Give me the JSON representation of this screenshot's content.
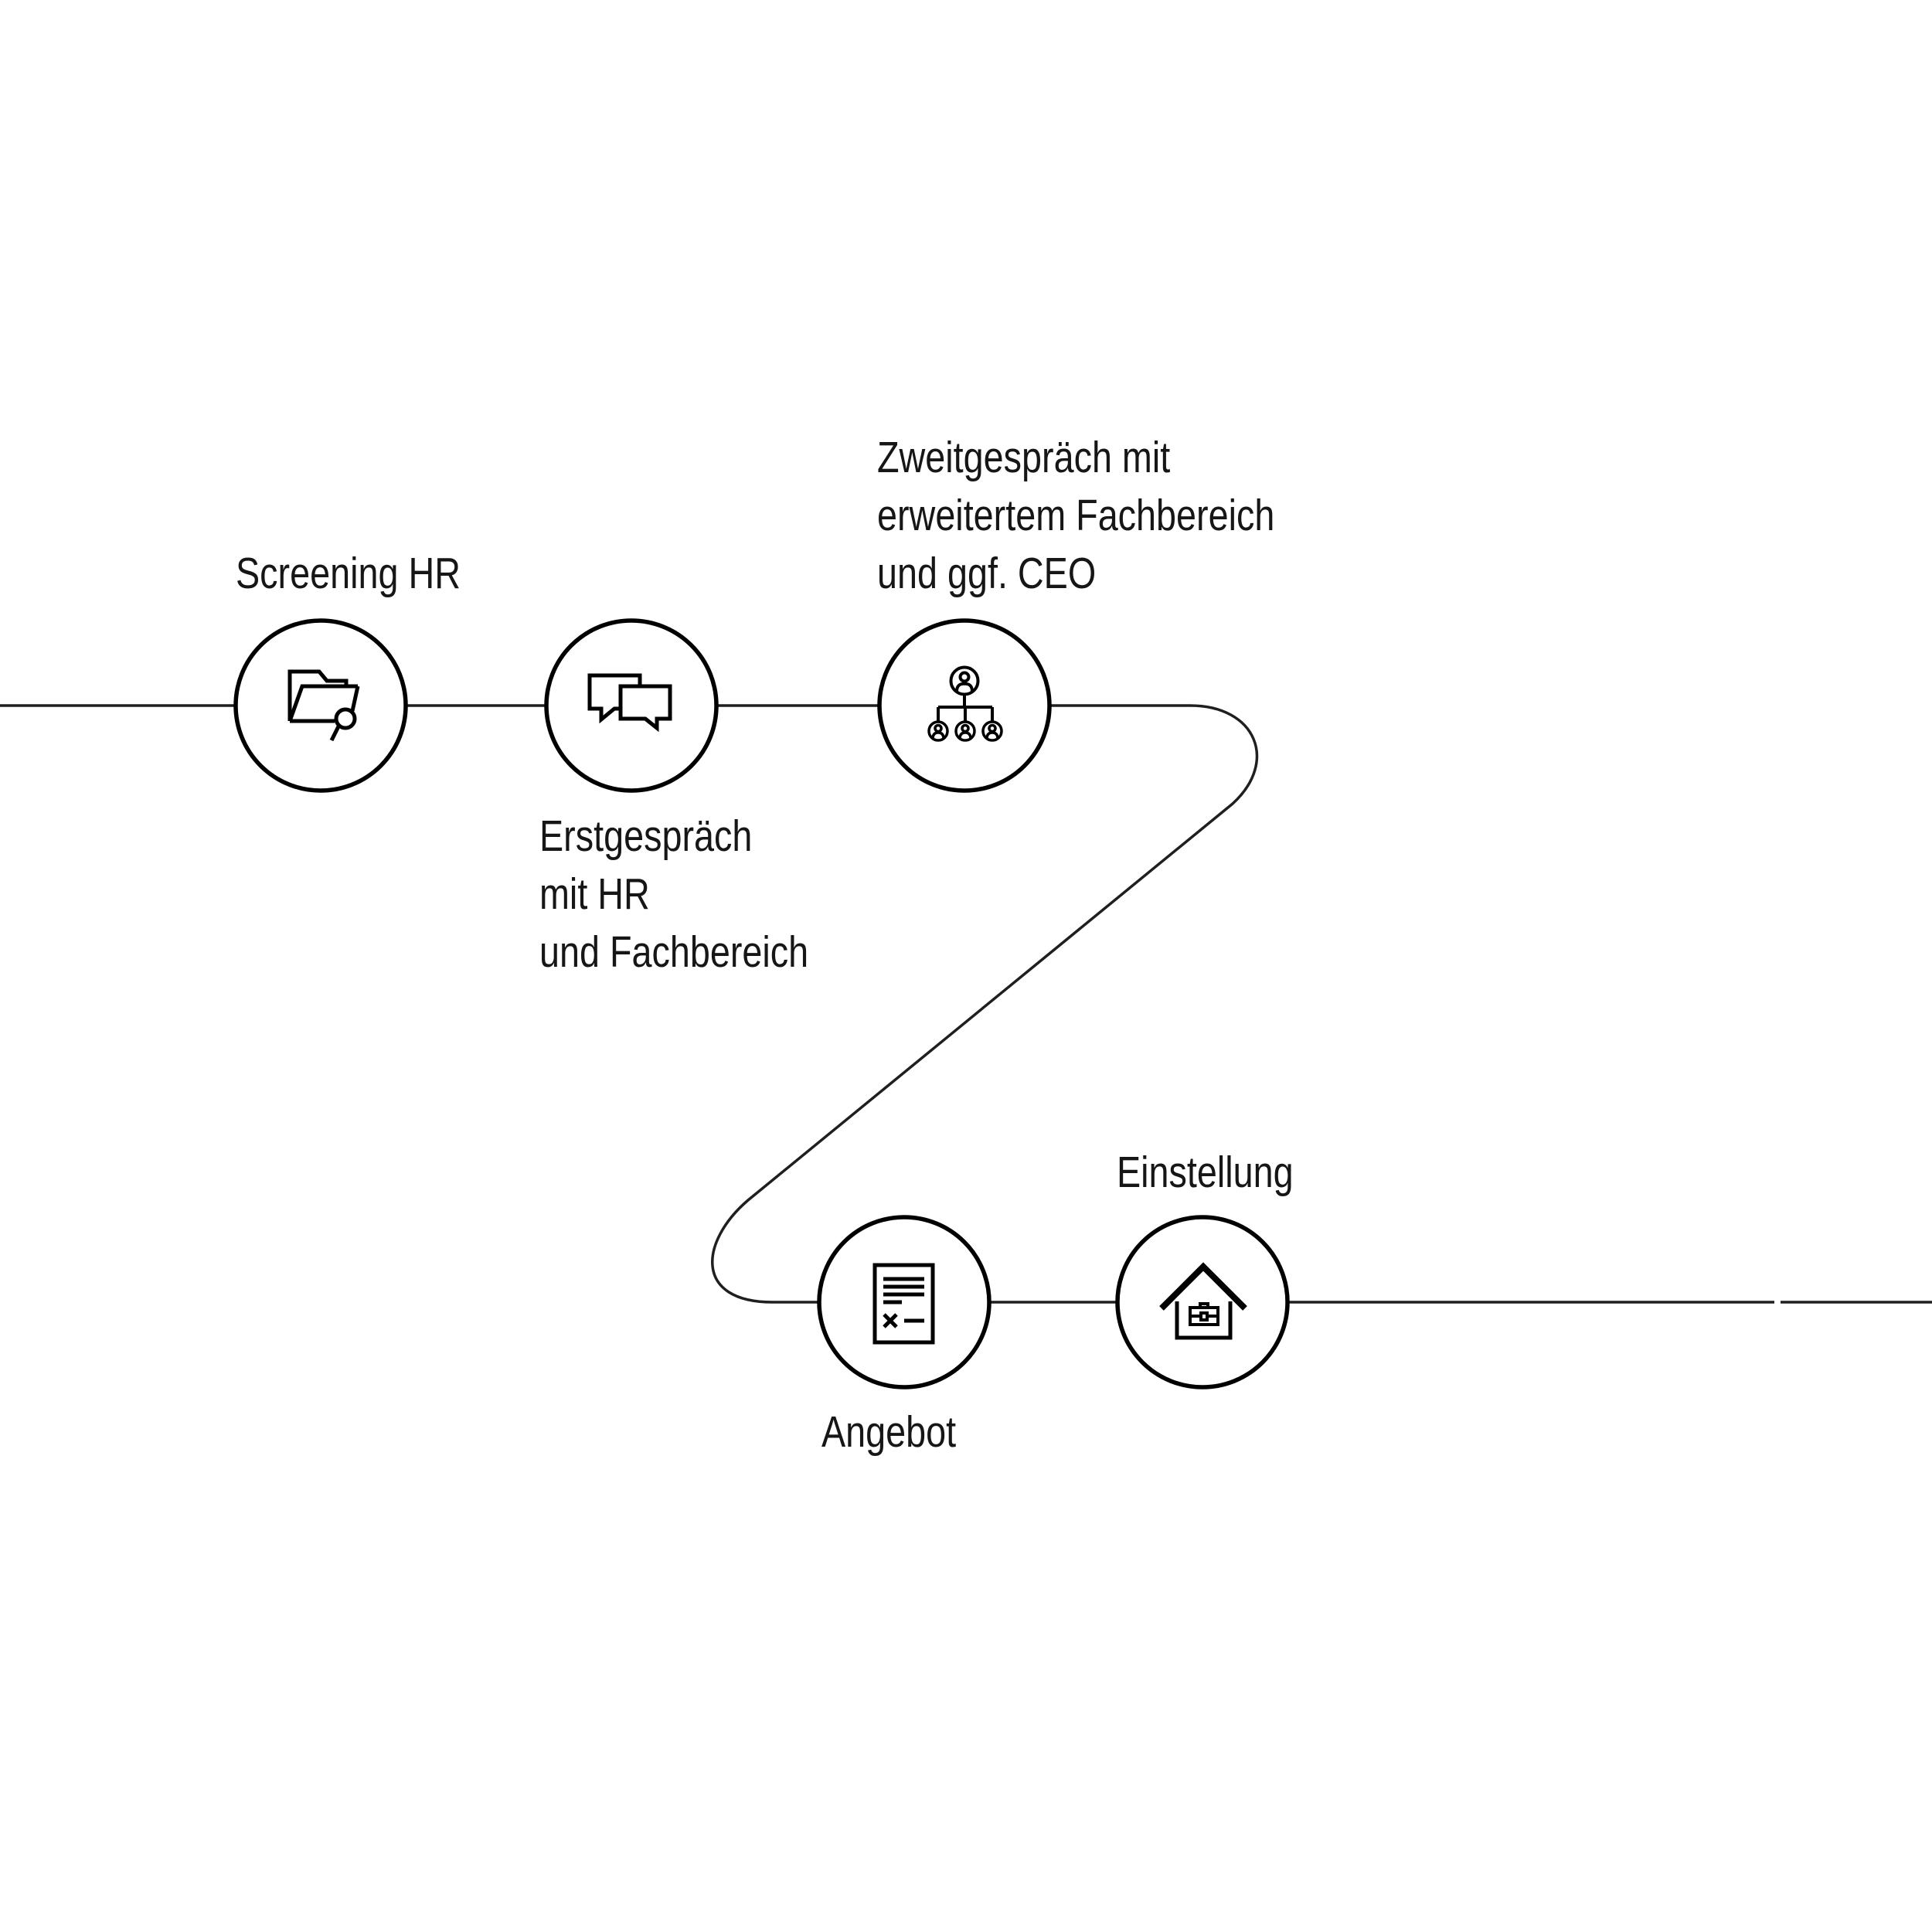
{
  "colors": {
    "ink": "#000000",
    "connector": "#1f1f1f",
    "text": "#161616",
    "bg": "#ffffff"
  },
  "diagram": {
    "description": "recruiting-process-flow",
    "steps": [
      {
        "name": "screening-hr",
        "icon": "folder-search-icon",
        "label_lines": [
          "Screening HR"
        ]
      },
      {
        "name": "erstgespraech",
        "icon": "chat-bubbles-icon",
        "label_lines": [
          "Erstgespräch",
          "mit HR",
          "und Fachbereich"
        ]
      },
      {
        "name": "zweitgespraech",
        "icon": "org-chart-icon",
        "label_lines": [
          "Zweitgespräch mit",
          "erweitertem Fachbereich",
          "und ggf. CEO"
        ]
      },
      {
        "name": "angebot",
        "icon": "contract-document-icon",
        "label_lines": [
          "Angebot"
        ]
      },
      {
        "name": "einstellung",
        "icon": "house-briefcase-icon",
        "label_lines": [
          "Einstellung"
        ]
      }
    ]
  }
}
